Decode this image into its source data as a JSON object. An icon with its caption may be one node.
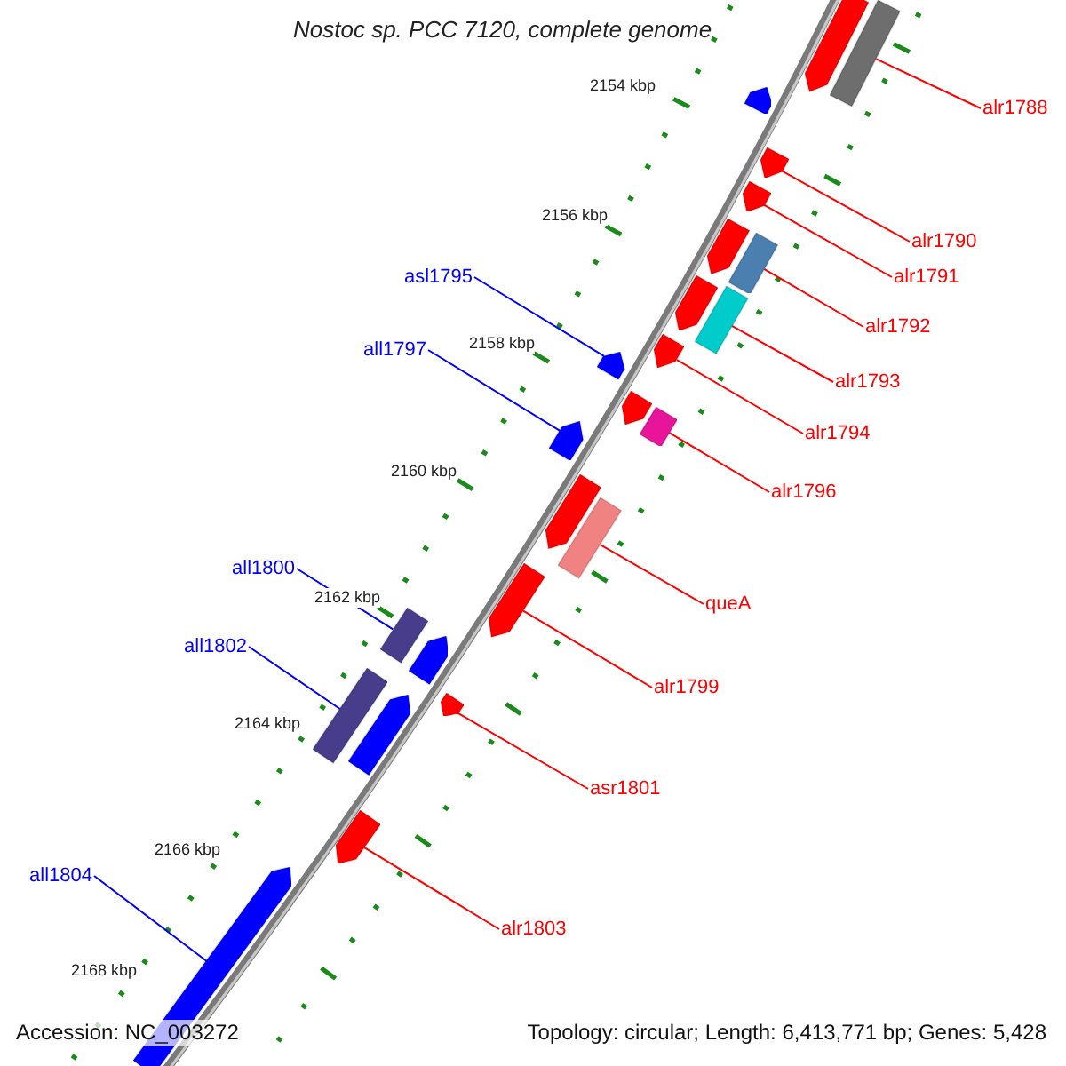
{
  "diagram": {
    "title": "Nostoc sp. PCC 7120, complete genome",
    "nodes": [
      {
        "text": [
          "alr1788"
        ]
      },
      {
        "text": [
          "alr1790"
        ]
      },
      {
        "text": [
          "alr1791"
        ]
      },
      {
        "text": [
          "alr1792"
        ]
      },
      {
        "text": [
          "alr1793"
        ]
      },
      {
        "text": [
          "alr1794"
        ]
      },
      {
        "text": [
          "alr1796"
        ]
      },
      {
        "text": [
          "queA"
        ]
      },
      {
        "text": [
          "alr1799"
        ]
      },
      {
        "text": [
          "asr1801"
        ]
      },
      {
        "text": [
          "alr1803"
        ]
      },
      {
        "text": [
          "asl1795"
        ]
      },
      {
        "text": [
          "all1797"
        ]
      },
      {
        "text": [
          "all1800"
        ]
      },
      {
        "text": [
          "all1802"
        ]
      },
      {
        "text": [
          "all1804"
        ]
      },
      {
        "text": [],
        "shape": "bar"
      },
      {
        "text": [],
        "shape": "arrow"
      },
      {
        "text": [],
        "shape": "arrow"
      },
      {
        "text": [],
        "shape": "bar"
      },
      {
        "text": [],
        "shape": "bar"
      },
      {
        "text": [],
        "shape": "arrow"
      },
      {
        "text": [],
        "shape": "bar"
      },
      {
        "text": [],
        "shape": "bar"
      },
      {
        "text": [],
        "shape": "arrow"
      },
      {
        "text": [],
        "shape": "arrow"
      },
      {
        "text": [],
        "shape": "arrow"
      },
      {
        "text": [],
        "shape": "arrow"
      },
      {
        "text": [],
        "shape": "arrow"
      },
      {
        "text": [],
        "shape": "bar"
      },
      {
        "text": [],
        "shape": "bar"
      },
      {
        "text": [],
        "shape": "arrow"
      },
      {
        "text": [],
        "shape": "arrow"
      },
      {
        "text": [],
        "shape": "arrow"
      },
      {
        "text": [],
        "shape": "arrow"
      },
      {
        "text": [],
        "shape": "arrow"
      },
      {
        "text": [],
        "shape": "arrow"
      },
      {
        "text": [],
        "shape": "arrow"
      },
      {
        "text": [],
        "shape": "arrow"
      },
      {
        "text": [],
        "shape": "arrow"
      }
    ],
    "edges": [
      {
        "from": 0,
        "to": 16,
        "arrow": "none"
      },
      {
        "from": 1,
        "to": 17,
        "arrow": "none"
      },
      {
        "from": 2,
        "to": 18,
        "arrow": "none"
      },
      {
        "from": 3,
        "to": 19,
        "arrow": "none"
      },
      {
        "from": 4,
        "to": 20,
        "arrow": "none"
      },
      {
        "from": 5,
        "to": 21,
        "arrow": "none"
      },
      {
        "from": 6,
        "to": 22,
        "arrow": "none"
      },
      {
        "from": 7,
        "to": 23,
        "arrow": "none"
      },
      {
        "from": 8,
        "to": 24,
        "arrow": "none"
      },
      {
        "from": 9,
        "to": 25,
        "arrow": "none"
      },
      {
        "from": 10,
        "to": 26,
        "arrow": "none"
      },
      {
        "from": 11,
        "to": 27,
        "arrow": "none",
        "color": "#0000ff"
      },
      {
        "from": 12,
        "to": 28,
        "arrow": "none",
        "color": "#0000ff"
      },
      {
        "from": 13,
        "to": 29,
        "arrow": "none",
        "color": "#0000ff"
      },
      {
        "from": 14,
        "to": 30,
        "arrow": "none",
        "color": "#0000ff"
      },
      {
        "from": 15,
        "to": 31,
        "arrow": "none",
        "color": "#0000ff"
      }
    ],
    "labels": [
      "2154 kbp",
      "2156 kbp",
      "2158 kbp",
      "2160 kbp",
      "2162 kbp",
      "2164 kbp",
      "2166 kbp",
      "2168 kbp",
      "Accession: NC_003272",
      "Topology: circular; Length: 6,413,771 bp; Genes: 5,428"
    ]
  }
}
